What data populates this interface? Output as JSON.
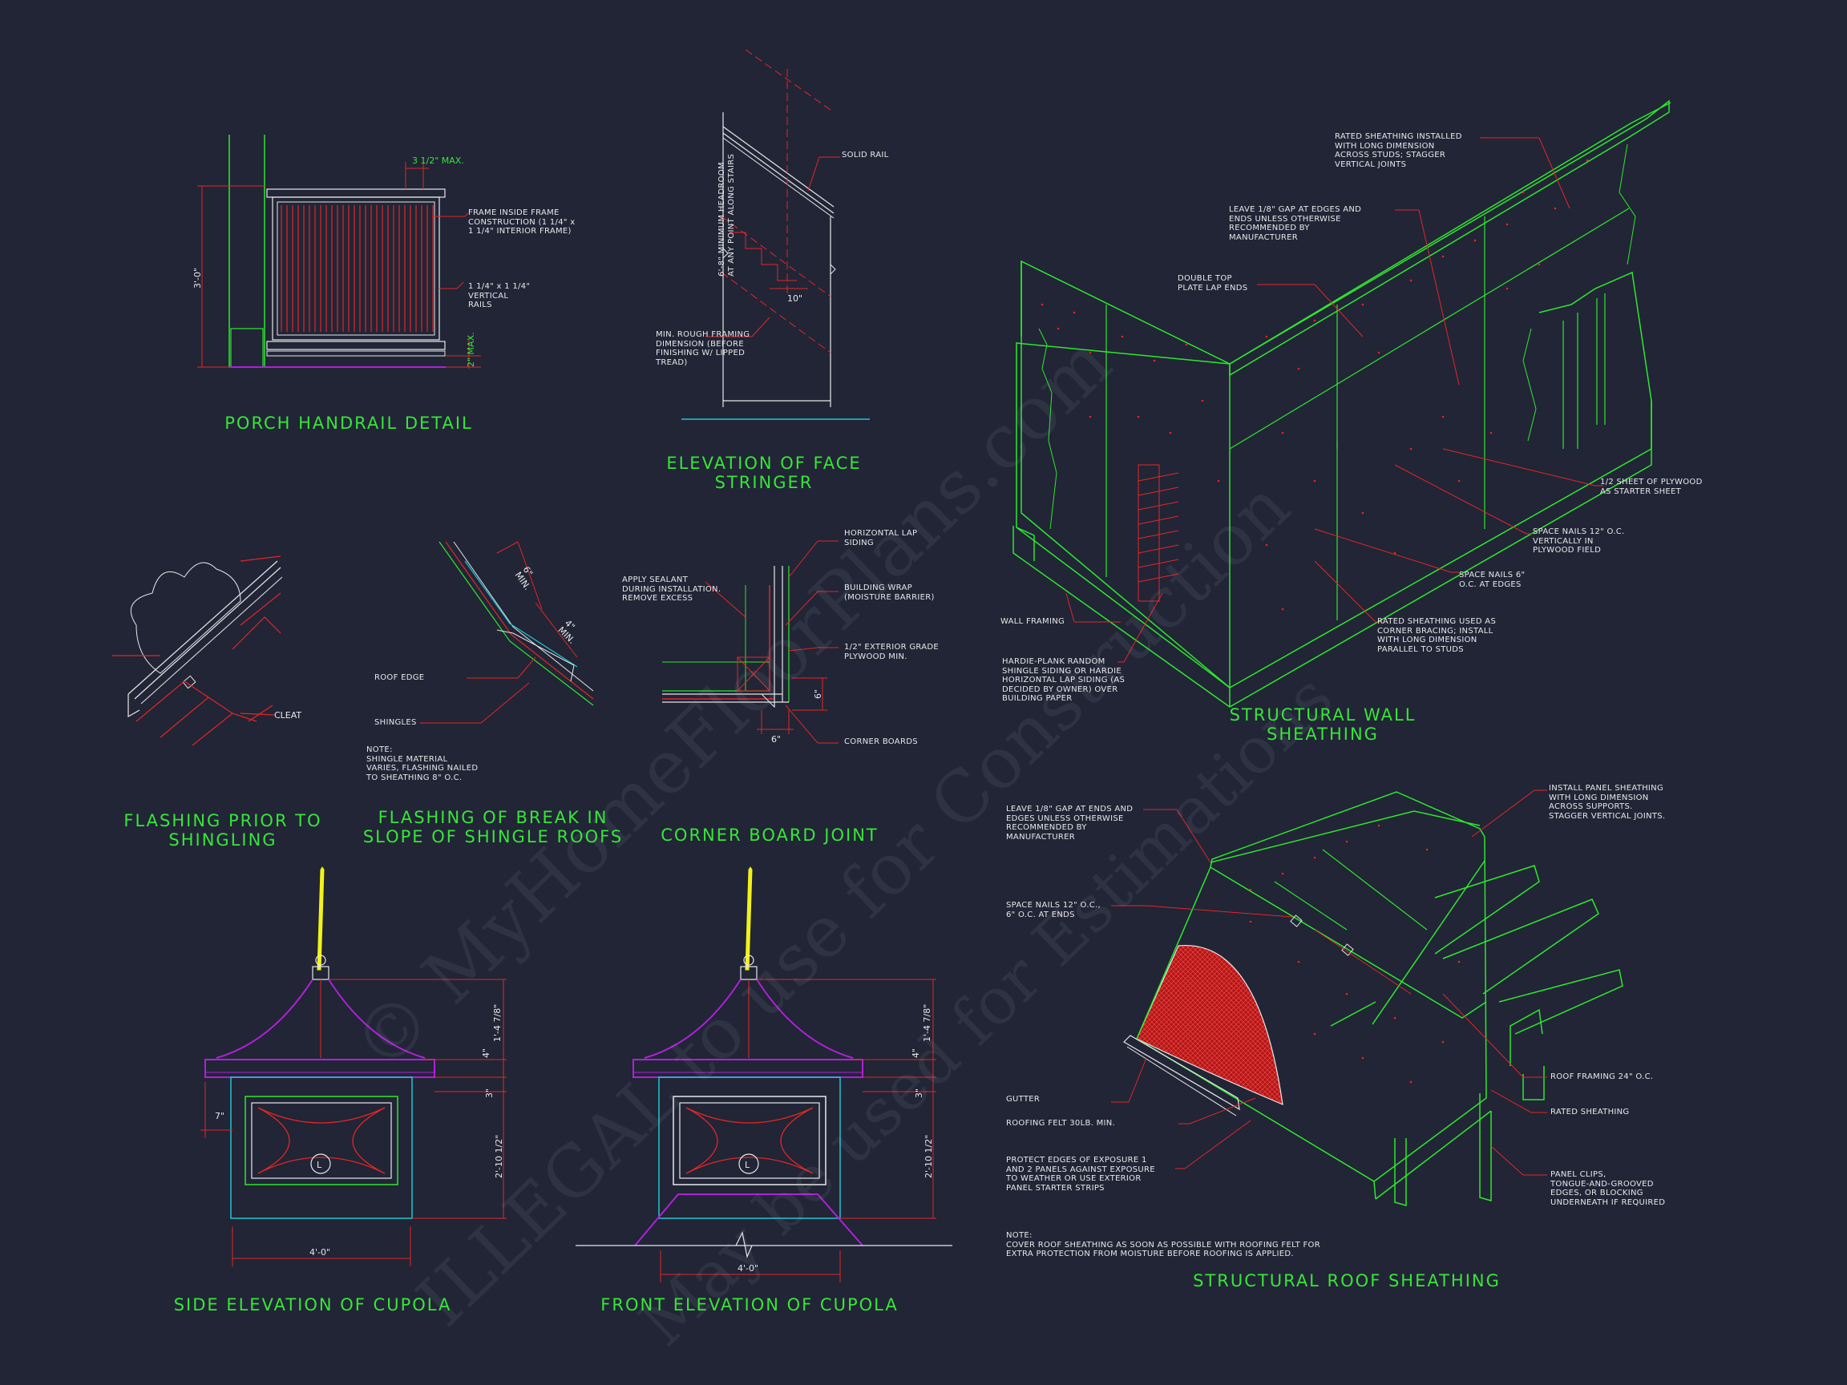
{
  "colors": {
    "background": "#212536",
    "title_green": "#37e637",
    "line_green": "#2ee82e",
    "line_red": "#e32626",
    "line_white": "#e8e8e8",
    "line_magenta": "#b020d8",
    "line_cyan": "#22c4d4",
    "line_yellow": "#f2f21a"
  },
  "watermark": {
    "line1": "© MyHomeFloorPlans.com",
    "line2": "ILLEGAL to use for Construction",
    "line3": "May be used for Estimations"
  },
  "porch_handrail": {
    "title": "PORCH HANDRAIL DETAIL",
    "dim_top": "3 1/2\" MAX.",
    "dim_height": "3'-0\"",
    "dim_bottom": "2\" MAX.",
    "note_frame": "FRAME INSIDE FRAME\nCONSTRUCTION (1 1/4\" x\n1 1/4\" INTERIOR FRAME)",
    "note_rails": "1 1/4\" x 1 1/4\"\nVERTICAL\nRAILS"
  },
  "face_stringer": {
    "title": "ELEVATION OF FACE\nSTRINGER",
    "note_solid_rail": "SOLID RAIL",
    "note_headroom": "6'-8\" MINIMUM HEADROOM\nAT ANY POINT ALONG STAIRS",
    "dim_tread": "10\"",
    "note_framing": "MIN. ROUGH FRAMING\nDIMENSION (BEFORE\nFINISHING W/ LIPPED\nTREAD)"
  },
  "wall_sheathing": {
    "title": "STRUCTURAL WALL SHEATHING",
    "note_rated": "RATED SHEATHING INSTALLED\nWITH LONG DIMENSION\nACROSS STUDS; STAGGER\nVERTICAL JOINTS",
    "note_gap": "LEAVE 1/8\" GAP AT EDGES AND\nENDS UNLESS OTHERWISE\nRECOMMENDED BY\nMANUFACTURER",
    "note_plate": "DOUBLE TOP\nPLATE LAP ENDS",
    "note_starter": "1/2 SHEET OF PLYWOOD\nAS STARTER SHEET",
    "note_nails_field": "SPACE NAILS 12\" O.C.\nVERTICALLY IN\nPLYWOOD FIELD",
    "note_nails_edges": "SPACE NAILS 6\"\nO.C. AT EDGES",
    "note_corner": "RATED SHEATHING USED AS\nCORNER BRACING; INSTALL\nWITH LONG DIMENSION\nPARALLEL TO STUDS",
    "note_wall_framing": "WALL FRAMING",
    "note_hardie": "HARDIE-PLANK RANDOM\nSHINGLE SIDING OR HARDIE\nHORIZONTAL LAP SIDING (AS\nDECIDED BY OWNER) OVER\nBUILDING PAPER"
  },
  "flashing_prior": {
    "title": "FLASHING PRIOR TO\nSHINGLING",
    "note_cleat": "CLEAT"
  },
  "flashing_break": {
    "title": "FLASHING OF BREAK IN\nSLOPE OF SHINGLE ROOFS",
    "dim_6": "6\"\nMIN.",
    "dim_4": "4\"\nMIN.",
    "note_roof_edge": "ROOF EDGE",
    "note_shingles": "SHINGLES",
    "note": "NOTE:\nSHINGLE MATERIAL\nVARIES, FLASHING NAILED\nTO SHEATHING 8\" O.C."
  },
  "corner_board": {
    "title": "CORNER BOARD JOINT",
    "note_lap": "HORIZONTAL LAP\nSIDING",
    "note_sealant": "APPLY SEALANT\nDURING INSTALLATION.\nREMOVE EXCESS",
    "note_wrap": "BUILDING WRAP\n(MOISTURE BARRIER)",
    "note_plywood": "1/2\" EXTERIOR GRADE\nPLYWOOD MIN.",
    "note_corner": "CORNER BOARDS",
    "dim_6a": "6\"",
    "dim_6b": "6\""
  },
  "roof_sheathing": {
    "title": "STRUCTURAL ROOF SHEATHING",
    "note_gap": "LEAVE 1/8\" GAP AT ENDS AND\nEDGES UNLESS OTHERWISE\nRECOMMENDED BY\nMANUFACTURER",
    "note_install": "INSTALL PANEL SHEATHING\nWITH LONG DIMENSION\nACROSS SUPPORTS.\nSTAGGER VERTICAL JOINTS.",
    "note_nails": "SPACE NAILS 12\" O.C.,\n6\" O.C. AT ENDS",
    "note_gutter": "GUTTER",
    "note_felt": "ROOFING FELT 30LB. MIN.",
    "note_protect": "PROTECT EDGES OF EXPOSURE 1\nAND 2 PANELS AGAINST EXPOSURE\nTO WEATHER OR USE EXTERIOR\nPANEL STARTER STRIPS",
    "note_framing": "ROOF FRAMING 24\" O.C.",
    "note_rated": "RATED SHEATHING",
    "note_clips": "PANEL CLIPS,\nTONGUE-AND-GROOVED\nEDGES, OR BLOCKING\nUNDERNEATH IF REQUIRED",
    "note": "NOTE:\nCOVER ROOF SHEATHING AS SOON AS POSSIBLE WITH ROOFING FELT FOR\nEXTRA PROTECTION FROM MOISTURE BEFORE ROOFING IS APPLIED."
  },
  "cupola_side": {
    "title": "SIDE ELEVATION OF CUPOLA",
    "dim_roof": "1'-4 7/8\"",
    "dim_eave": "4\"",
    "dim_band": "3\"",
    "dim_body": "2'-10 1/2\"",
    "dim_width": "4'-0\"",
    "dim_overhang": "7\"",
    "badge": "L"
  },
  "cupola_front": {
    "title": "FRONT ELEVATION OF CUPOLA",
    "dim_roof": "1'-4 7/8\"",
    "dim_eave": "4\"",
    "dim_band": "3\"",
    "dim_body": "2'-10 1/2\"",
    "dim_width": "4'-0\"",
    "badge": "L"
  }
}
